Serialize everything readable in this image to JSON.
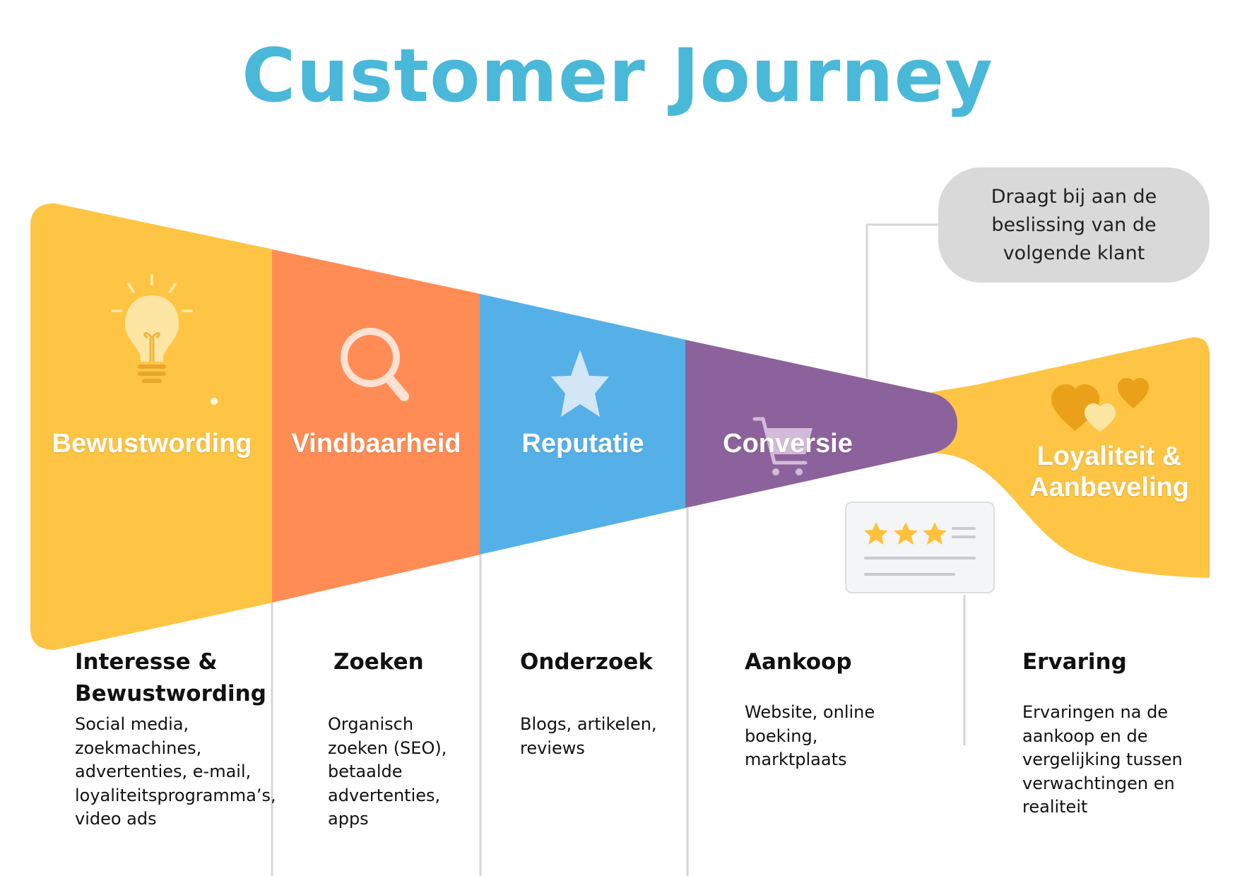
{
  "title": "Customer Journey",
  "colors": {
    "title": "#4ab8d8",
    "bewustwording": "#fdc543",
    "vindbaarheid": "#ff8c55",
    "reputatie": "#56b0e8",
    "conversie": "#8c629c",
    "loyaliteit": "#fdc543",
    "callout_bg": "#d9d9d9"
  },
  "stages": [
    {
      "label": "Bewustwording",
      "icon": "lightbulb-icon"
    },
    {
      "label": "Vindbaarheid",
      "icon": "magnifier-icon"
    },
    {
      "label": "Reputatie",
      "icon": "star-icon"
    },
    {
      "label": "Conversie",
      "icon": "shopping-cart-icon"
    },
    {
      "label_line1": "Loyaliteit &",
      "label_line2": "Aanbeveling",
      "icon": "hearts-icon"
    }
  ],
  "callout": {
    "text": "Draagt bij aan de beslissing van de volgende klant"
  },
  "review_card": {
    "stars": 3,
    "icon": "review-card-icon"
  },
  "columns": [
    {
      "heading_line1": "Interesse &",
      "heading_line2": "Bewustwording",
      "lines": [
        "Social media,",
        "zoekmachines,",
        "advertenties, e-mail,",
        "loyaliteitsprogramma’s,",
        "video ads"
      ]
    },
    {
      "heading_line1": "Zoeken",
      "heading_line2": "",
      "lines": [
        "Organisch",
        "zoeken (SEO),",
        "betaalde",
        "advertenties,",
        "apps"
      ]
    },
    {
      "heading_line1": "Onderzoek",
      "heading_line2": "",
      "lines": [
        "Blogs, artikelen,",
        "reviews"
      ]
    },
    {
      "heading_line1": "Aankoop",
      "heading_line2": "",
      "lines": [
        "Website, online",
        "boeking,",
        "marktplaats"
      ]
    },
    {
      "heading_line1": "Ervaring",
      "heading_line2": "",
      "lines": [
        "Ervaringen na de",
        "aankoop en de",
        "vergelijking tussen",
        "verwachtingen en",
        "realiteit"
      ]
    }
  ]
}
